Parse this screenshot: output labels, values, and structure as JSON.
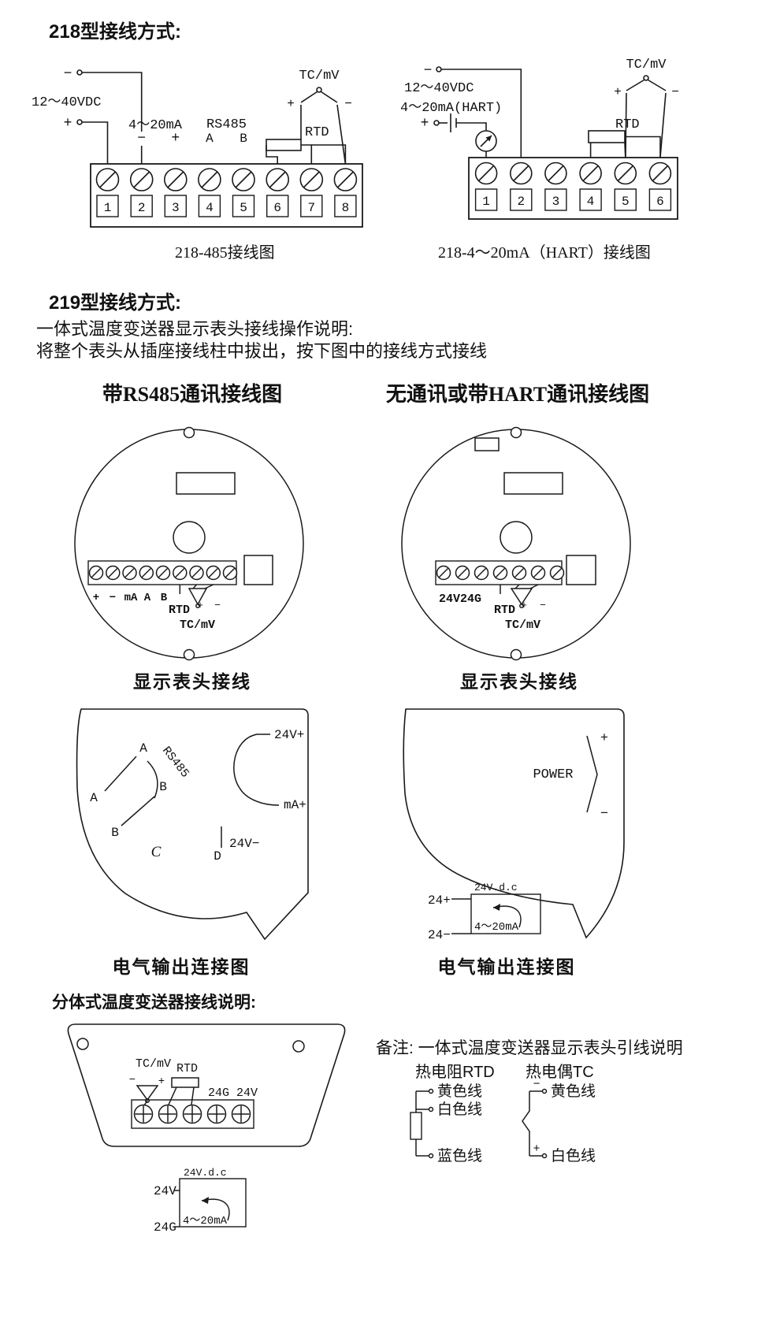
{
  "s218": {
    "title": "218型接线方式:",
    "left": {
      "caption": "218-485接线图",
      "vdc_label": "12～40VDC",
      "minus": "−",
      "plus": "+",
      "ma_label": "4～20mA",
      "out_minus": "−",
      "out_plus": "+",
      "rs485_label": "RS485",
      "a": "A",
      "b": "B",
      "rtd_label": "RTD",
      "tcmv_label": "TC/mV",
      "tc_plus": "+",
      "tc_minus": "−",
      "terminals": [
        "1",
        "2",
        "3",
        "4",
        "5",
        "6",
        "7",
        "8"
      ]
    },
    "right": {
      "caption": "218-4～20mA（HART）接线图",
      "vdc_label": "12～40VDC",
      "ma_hart_label": "4～20mA(HART)",
      "minus": "−",
      "plus": "+",
      "rtd_label": "RTD",
      "tcmv_label": "TC/mV",
      "tc_plus": "+",
      "tc_minus": "−",
      "terminals": [
        "1",
        "2",
        "3",
        "4",
        "5",
        "6"
      ]
    }
  },
  "s219": {
    "title": "219型接线方式:",
    "desc_line1": "一体式温度变送器显示表头接线操作说明:",
    "desc_line2": "将整个表头从插座接线柱中拔出，按下图中的接线方式接线",
    "left_head": {
      "heading": "带RS485通讯接线图",
      "t_plus": "+",
      "t_minus": "−",
      "t_ma": "mA",
      "t_a": "A",
      "t_b": "B",
      "rtd": "RTD",
      "rtd_plus": "+",
      "rtd_minus": "−",
      "tcmv": "TC/mV",
      "caption": "显示表头接线"
    },
    "right_head": {
      "heading": "无通讯或带HART通讯接线图",
      "t_24v24g": "24V24G",
      "rtd": "RTD",
      "rtd_plus": "+",
      "rtd_minus": "−",
      "tcmv": "TC/mV",
      "caption": "显示表头接线"
    },
    "left_out": {
      "a_top": "A",
      "a_bottom": "A",
      "b_top": "B",
      "b_bottom": "B",
      "rs485": "RS485",
      "c": "C",
      "d": "D",
      "v24_plus": "24V+",
      "ma_plus": "mA+",
      "v24_minus": "24V−",
      "caption": "电气输出连接图"
    },
    "right_out": {
      "power": "POWER",
      "plus": "+",
      "minus": "−",
      "p24": "24+",
      "m24": "24−",
      "vdc_box": "24V.d.c",
      "ma_box": "4～20mA",
      "caption": "电气输出连接图"
    }
  },
  "split": {
    "title": "分体式温度变送器接线说明:",
    "tcmv": "TC/mV",
    "rtd": "RTD",
    "minus": "−",
    "plus": "+",
    "g_v": "24G 24V",
    "v24": "24V",
    "g24": "24G",
    "vdc_box": "24V.d.c",
    "ma_box": "4～20mA"
  },
  "note": {
    "title": "备注: 一体式温度变送器显示表头引线说明",
    "rtd_heading": "热电阻RTD",
    "tc_heading": "热电偶TC",
    "rtd_wire1": "黄色线",
    "rtd_wire2": "白色线",
    "rtd_wire3": "蓝色线",
    "tc_minus": "−",
    "tc_plus": "+",
    "tc_wire1": "黄色线",
    "tc_wire2": "白色线"
  }
}
